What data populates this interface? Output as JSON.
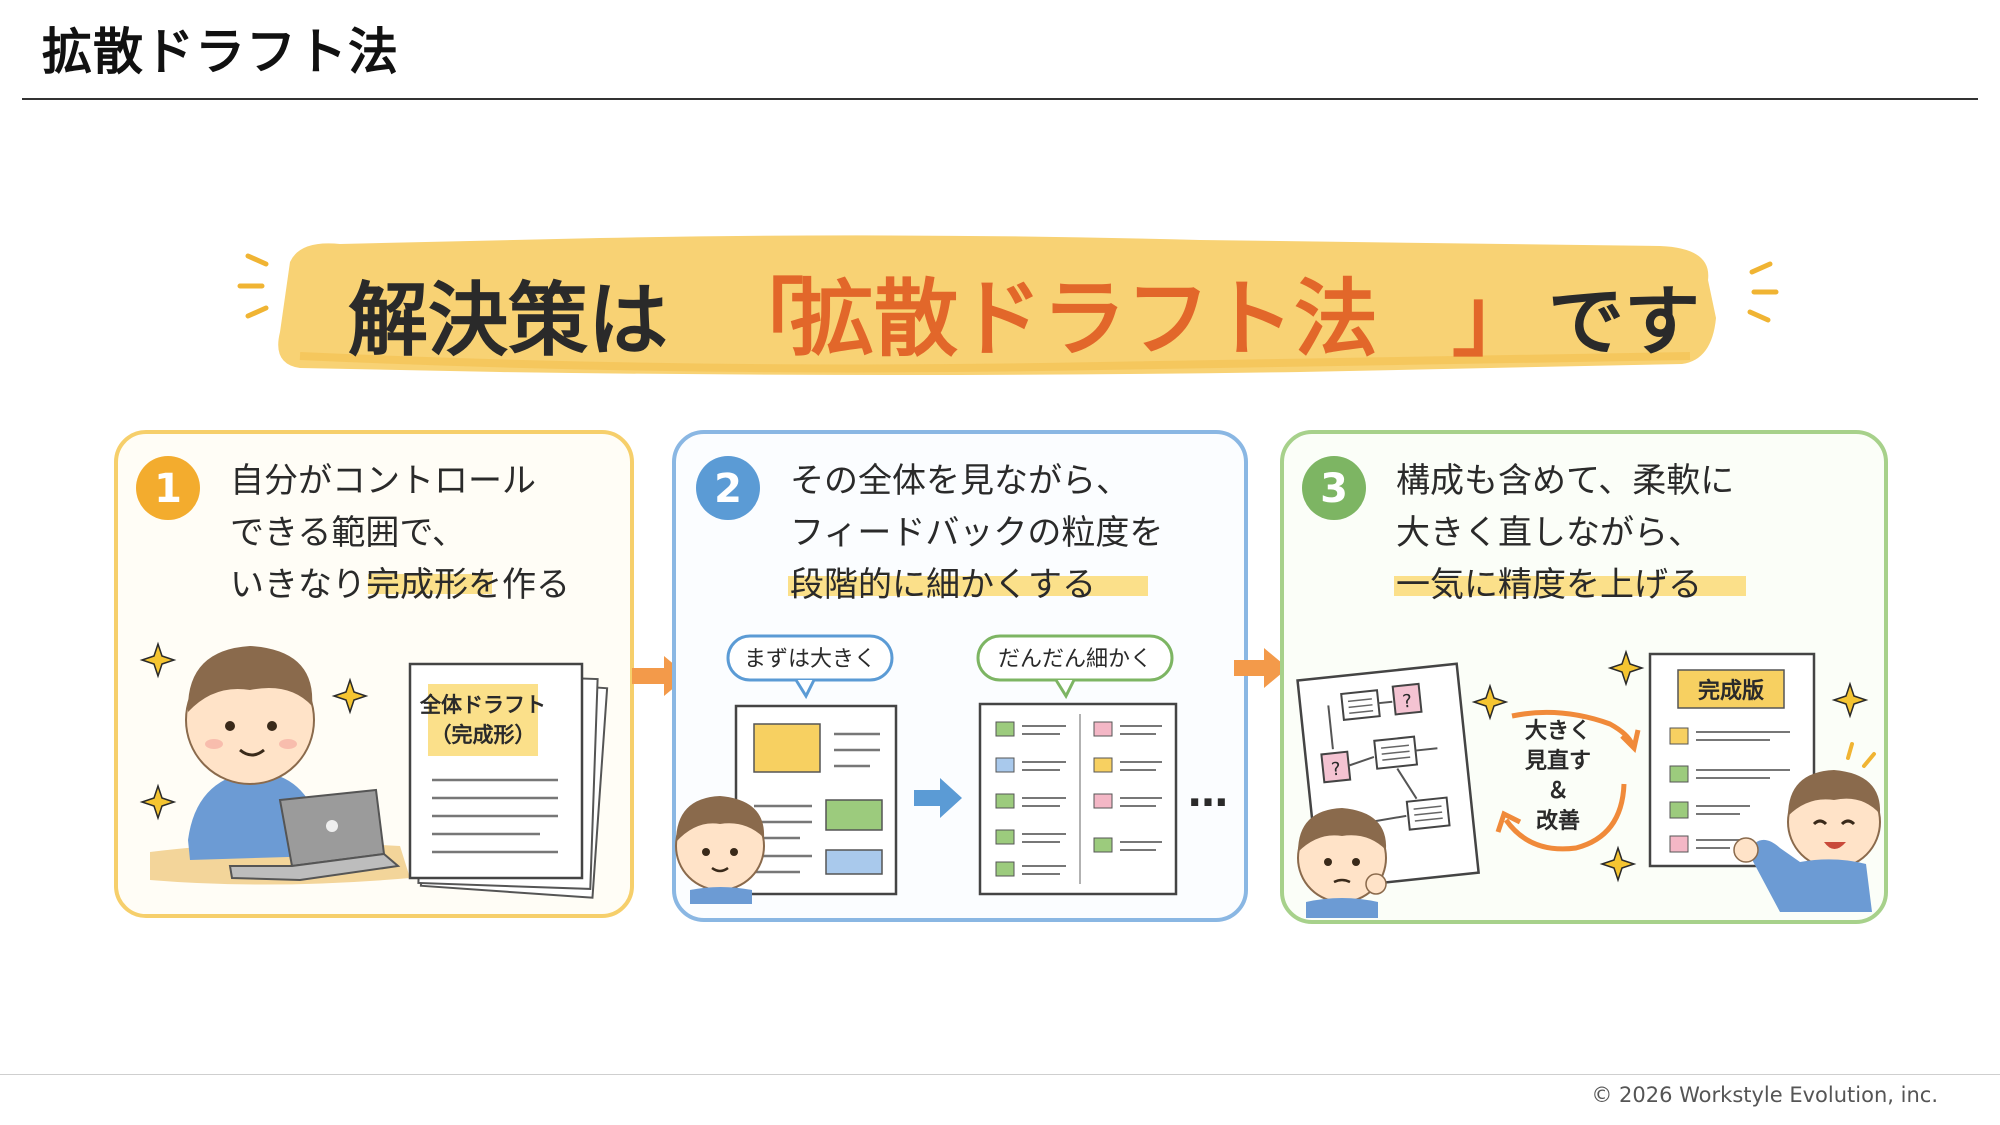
{
  "slide": {
    "title": "拡散ドラフト法"
  },
  "banner": {
    "prefix": "解決策は",
    "open_bracket": "「",
    "highlight": "拡散ドラフト法",
    "close_bracket": "」",
    "suffix": "です"
  },
  "colors": {
    "orange": "#e8792f",
    "yellow": "#f6c453",
    "blue": "#5b9bd5",
    "green": "#7db563",
    "banner_fill": "#f8d274"
  },
  "steps": [
    {
      "number": "1",
      "lines": [
        "自分がコントロール",
        "できる範囲で、",
        "いきなり完成形を作る"
      ],
      "doc_label_1": "全体ドラフト",
      "doc_label_2": "（完成形）"
    },
    {
      "number": "2",
      "lines": [
        "その全体を見ながら、",
        "フィードバックの粒度を",
        "段階的に細かくする"
      ],
      "bubble_1": "まずは大きく",
      "bubble_2": "だんだん細かく",
      "ellipsis": "…"
    },
    {
      "number": "3",
      "lines": [
        "構成も含めて、柔軟に",
        "大きく直しながら、",
        "一気に精度を上げる"
      ],
      "question_mark": "?",
      "cycle_lines": [
        "大きく",
        "見直す",
        "＆",
        "改善"
      ],
      "final_label": "完成版"
    }
  ],
  "footer": {
    "copyright": "© 2026 Workstyle Evolution, inc."
  }
}
